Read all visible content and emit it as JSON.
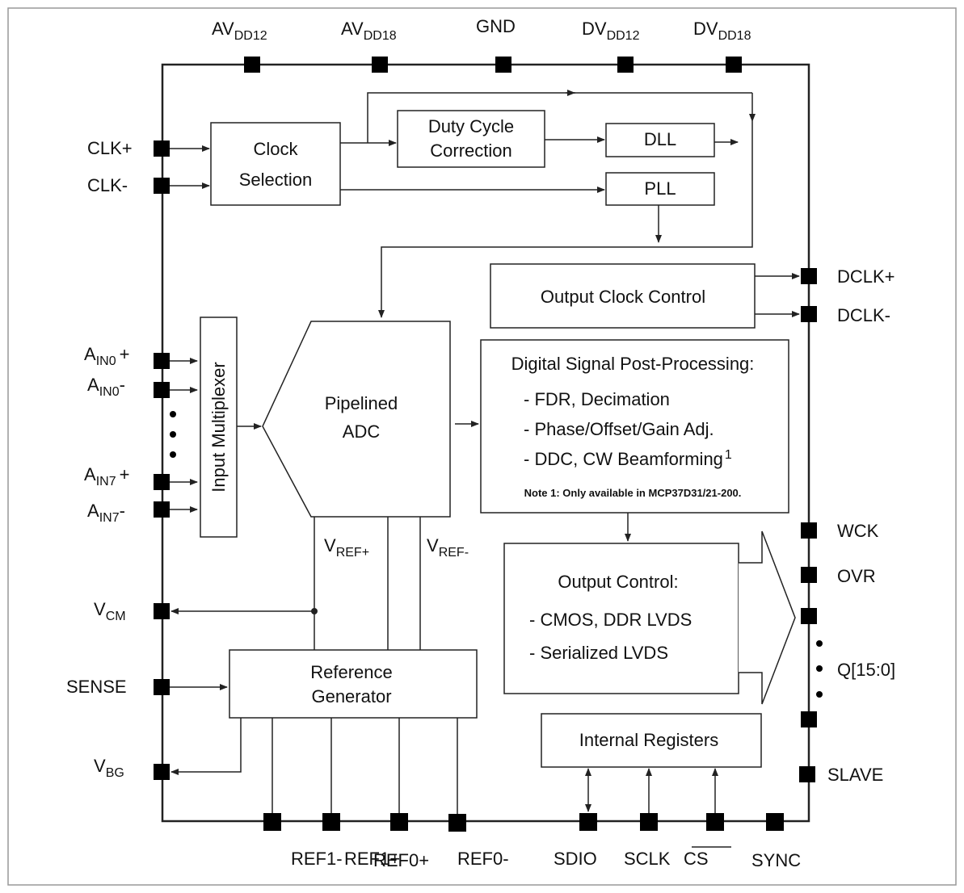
{
  "pins": {
    "top": [
      {
        "base": "AV",
        "sub": "DD12"
      },
      {
        "base": "AV",
        "sub": "DD18"
      },
      {
        "base": "GND",
        "sub": ""
      },
      {
        "base": "DV",
        "sub": "DD12"
      },
      {
        "base": "DV",
        "sub": "DD18"
      }
    ],
    "clk_plus": "CLK+",
    "clk_minus": "CLK-",
    "ain0_plus": {
      "base": "A",
      "sub": "IN0",
      "suffix": "+"
    },
    "ain0_minus": {
      "base": "A",
      "sub": "IN0",
      "suffix": "-"
    },
    "ain7_plus": {
      "base": "A",
      "sub": "IN7",
      "suffix": "+"
    },
    "ain7_minus": {
      "base": "A",
      "sub": "IN7",
      "suffix": "-"
    },
    "vcm": {
      "base": "V",
      "sub": "CM"
    },
    "sense": "SENSE",
    "vbg": {
      "base": "V",
      "sub": "BG"
    },
    "dclk_plus": "DCLK+",
    "dclk_minus": "DCLK-",
    "wck": "WCK",
    "ovr": "OVR",
    "q": "Q[15:0]",
    "slave": "SLAVE",
    "ref1": "REF1-",
    "ref1_plus": "REF1+",
    "ref0_plus": "REF0+",
    "ref0_minus": "REF0-",
    "sdio": "SDIO",
    "sclk": "SCLK",
    "cs": "CS",
    "sync": "SYNC"
  },
  "blocks": {
    "clock_selection": [
      "Clock",
      "Selection"
    ],
    "duty_cycle": [
      "Duty Cycle",
      "Correction"
    ],
    "dll": "DLL",
    "pll": "PLL",
    "output_clock_control": "Output Clock Control",
    "input_mux": "Input Multiplexer",
    "adc": [
      "Pipelined",
      "ADC"
    ],
    "dsp": {
      "title": "Digital Signal Post-Processing:",
      "items": [
        "- FDR, Decimation",
        "- Phase/Offset/Gain Adj.",
        "- DDC, CW Beamforming"
      ],
      "superscript": "1",
      "note": "Note 1: Only available in MCP37D31/21-200."
    },
    "output_control": {
      "title": "Output Control:",
      "items": [
        "- CMOS, DDR LVDS",
        "- Serialized LVDS"
      ]
    },
    "reference_generator": [
      "Reference",
      "Generator"
    ],
    "internal_registers": "Internal Registers"
  },
  "vref_plus": {
    "base": "V",
    "sub": "REF+"
  },
  "vref_minus": {
    "base": "V",
    "sub": "REF-"
  }
}
